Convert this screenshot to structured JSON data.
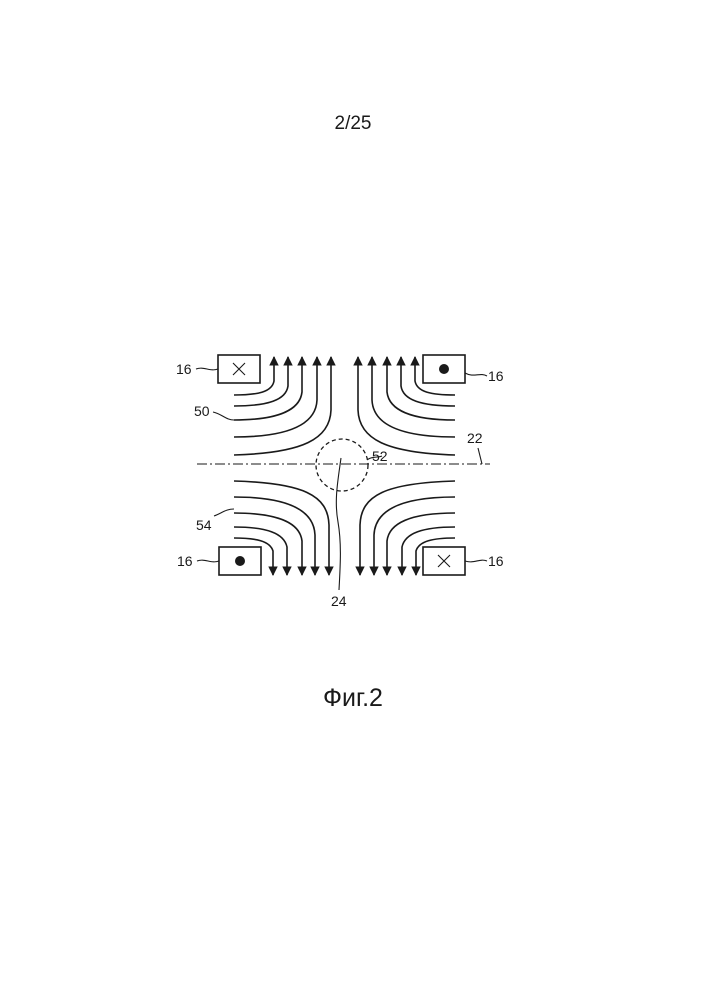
{
  "page_number": "2/25",
  "caption": "Фиг.2",
  "labels": {
    "coil_top_left": "16",
    "coil_top_right": "16",
    "coil_bottom_left": "16",
    "coil_bottom_right": "16",
    "field_lines_upper": "50",
    "field_lines_lower": "54",
    "axis": "22",
    "zero_region": "52",
    "path": "24"
  },
  "colors": {
    "ink": "#1a1a1a",
    "background": "#ffffff"
  }
}
